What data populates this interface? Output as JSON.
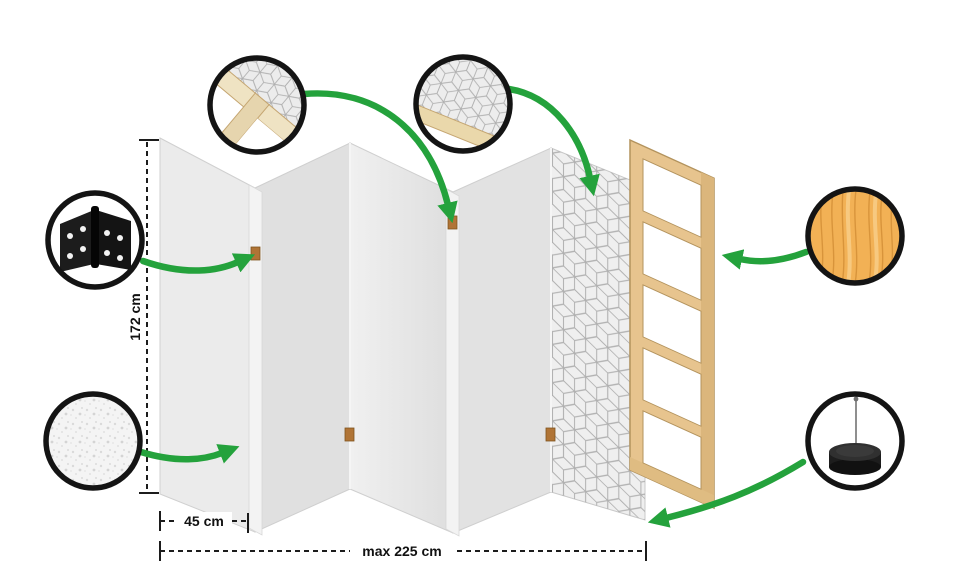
{
  "diagram": {
    "subject": "folding-screen-room-divider-construction",
    "accent_color": "#24a23c",
    "background": "#ffffff",
    "dimensions": {
      "height": "172 cm",
      "panel_width": "45 cm",
      "max_width": "max 225 cm"
    },
    "parts": {
      "panel_count": 5,
      "panel_color": "#ebebeb",
      "pattern_panel": "geometric-cube-pattern-print",
      "frame": "wooden-ladder-frame",
      "frame_color": "#e7c48e"
    },
    "callouts": {
      "frame_corner": "frame-corner-detail",
      "pattern": "pattern-print-detail",
      "hinge": "hinge-detail",
      "fabric": "canvas-texture-detail",
      "wood": "pine-wood-detail",
      "foot": "foot-nail-detail"
    }
  }
}
